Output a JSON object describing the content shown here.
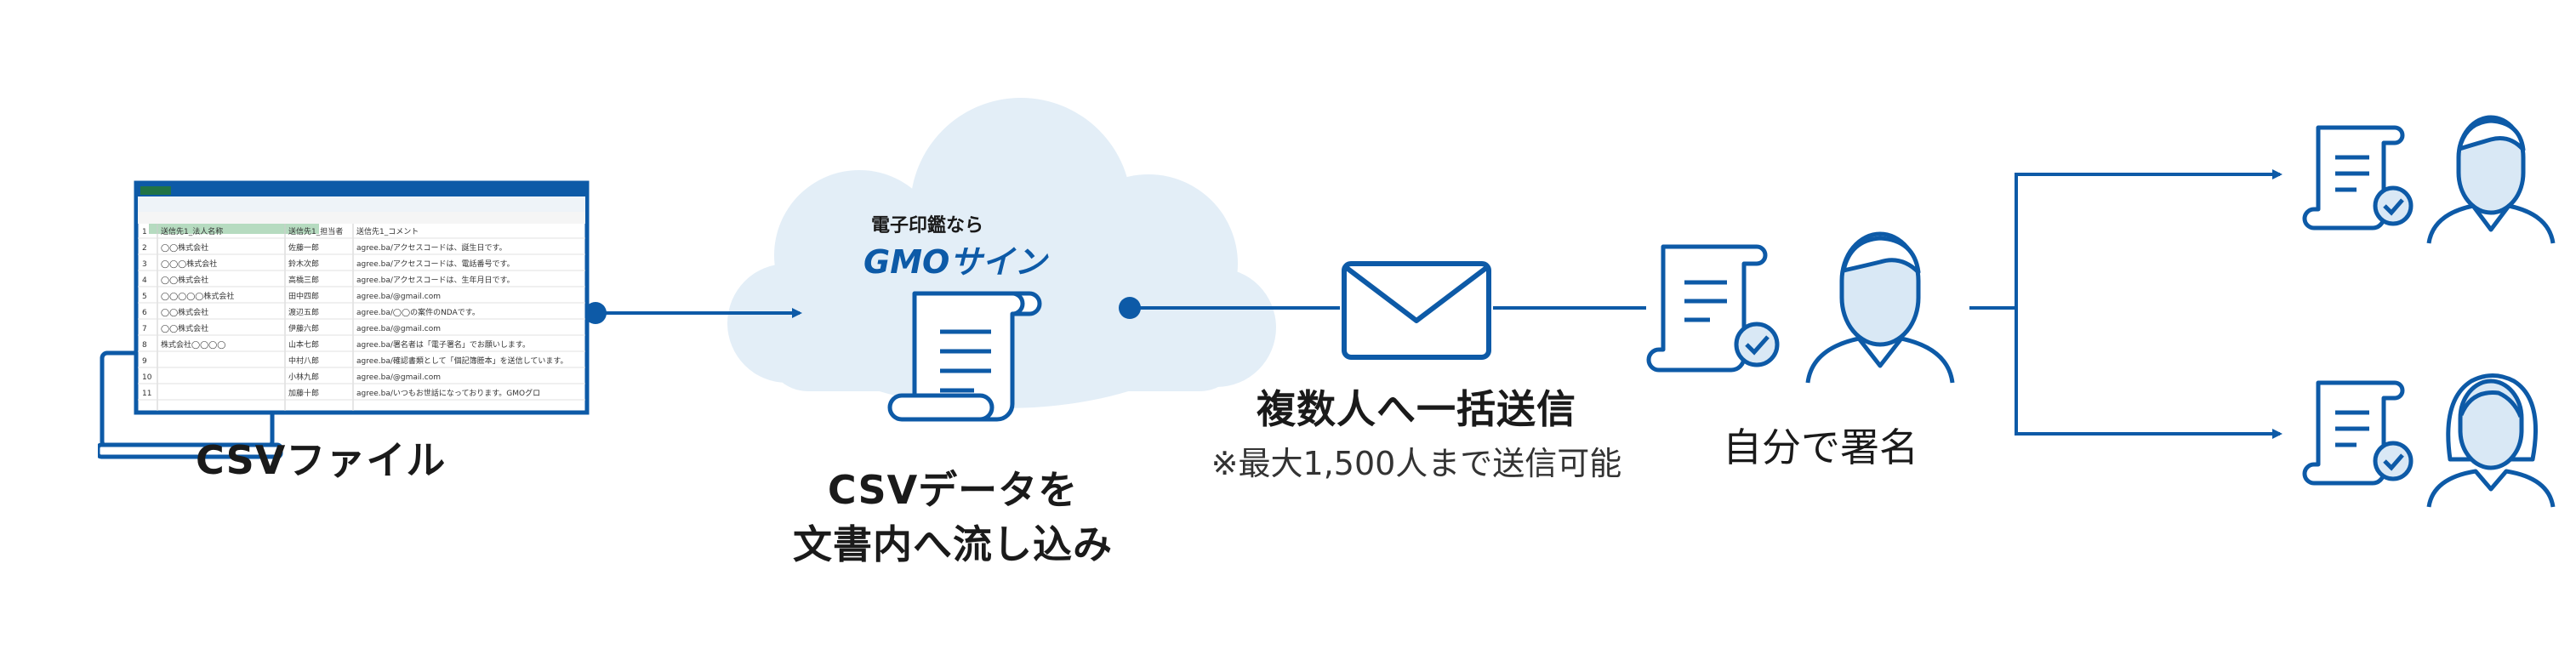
{
  "colors": {
    "navy": "#0d5aa7",
    "line_blue": "#0d5aa7",
    "cloud": "#e3eef7",
    "light_fill": "#d9e8f5",
    "excel_green": "#217346"
  },
  "csv_file": {
    "label": "CSVファイル",
    "icon": "laptop-spreadsheet-icon",
    "sheet_rows": [
      [
        "1",
        "送信先1_法人名称",
        "送信先1_担当者",
        "送信先1_コメント"
      ],
      [
        "2",
        "◯◯株式会社",
        "佐藤一郎",
        "agree.ba/アクセスコードは、誕生日です。"
      ],
      [
        "3",
        "◯◯◯株式会社",
        "鈴木次郎",
        "agree.ba/アクセスコードは、電話番号です。"
      ],
      [
        "4",
        "◯◯株式会社",
        "高橋三郎",
        "agree.ba/アクセスコードは、生年月日です。"
      ],
      [
        "5",
        "◯◯◯◯◯株式会社",
        "田中四郎",
        "agree.ba/@gmail.com"
      ],
      [
        "6",
        "◯◯株式会社",
        "渡辺五郎",
        "agree.ba/◯◯の案件のNDAです。"
      ],
      [
        "7",
        "◯◯株式会社",
        "伊藤六郎",
        "agree.ba/@gmail.com"
      ],
      [
        "8",
        "株式会社◯◯◯◯",
        "山本七郎",
        "agree.ba/署名者は「電子署名」でお願いします。"
      ],
      [
        "9",
        "",
        "中村八郎",
        "agree.ba/確認書類として「個記簿謄本」を送信しています。"
      ],
      [
        "10",
        "",
        "小林九郎",
        "agree.ba/@gmail.com"
      ],
      [
        "11",
        "",
        "加藤十郎",
        "agree.ba/いつもお世話になっております。GMOグロ"
      ]
    ]
  },
  "service": {
    "tagline": "電子印鑑なら",
    "logo_text": "GMOサイン",
    "document_icon": "document-scroll-icon",
    "caption_line1": "CSVデータを",
    "caption_line2": "文書内へ流し込み"
  },
  "send": {
    "icon": "envelope-icon",
    "title": "複数人へ一括送信",
    "note": "※最大1,500人まで送信可能"
  },
  "self_sign": {
    "label": "自分で署名",
    "icon": "person-signing-icon"
  },
  "recipients": [
    {
      "icon": "male-recipient-icon"
    },
    {
      "icon": "female-recipient-icon"
    }
  ]
}
